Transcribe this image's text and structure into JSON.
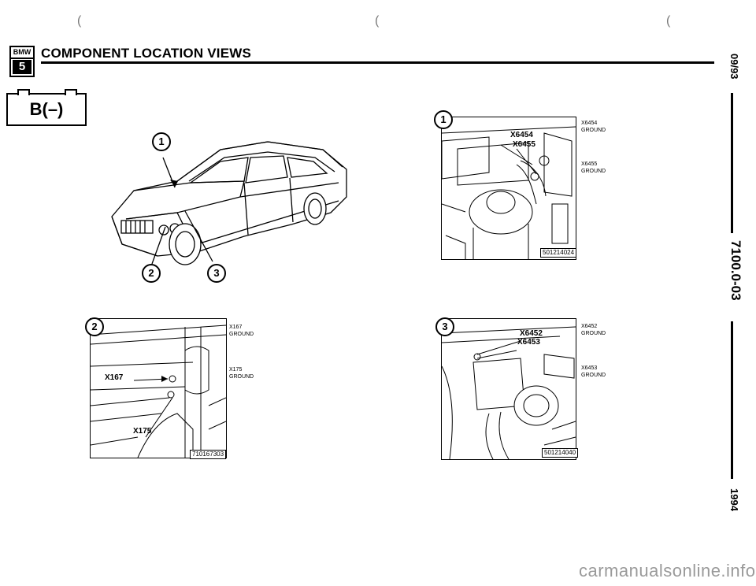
{
  "header": {
    "logo_brand": "BMW",
    "logo_series": "5",
    "title": "COMPONENT LOCATION VIEWS"
  },
  "battery_label": "B(–)",
  "side_margin": {
    "date": "09/93",
    "doc_number": "7100.0-03",
    "year": "1994"
  },
  "views": {
    "overview": {
      "callout_1": "1",
      "callout_2": "2",
      "callout_3": "3"
    },
    "view_1": {
      "number": "1",
      "connector_a": "X6454",
      "connector_b": "X6455",
      "label_a_id": "X6454",
      "label_a_desc": "GROUND",
      "label_b_id": "X6455",
      "label_b_desc": "GROUND",
      "figure_id": "501214024"
    },
    "view_2": {
      "number": "2",
      "connector_a": "X167",
      "connector_b": "X175",
      "label_a_id": "X167",
      "label_a_desc": "GROUND",
      "label_b_id": "X175",
      "label_b_desc": "GROUND",
      "figure_id": "710167303"
    },
    "view_3": {
      "number": "3",
      "connector_a": "X6452",
      "connector_b": "X6453",
      "label_a_id": "X6452",
      "label_a_desc": "GROUND",
      "label_b_id": "X6453",
      "label_b_desc": "GROUND",
      "figure_id": "501214040"
    }
  },
  "watermark": "carmanualsonline.info",
  "accent_colors": {
    "ink": "#000000",
    "watermark": "#9a9a9a"
  }
}
